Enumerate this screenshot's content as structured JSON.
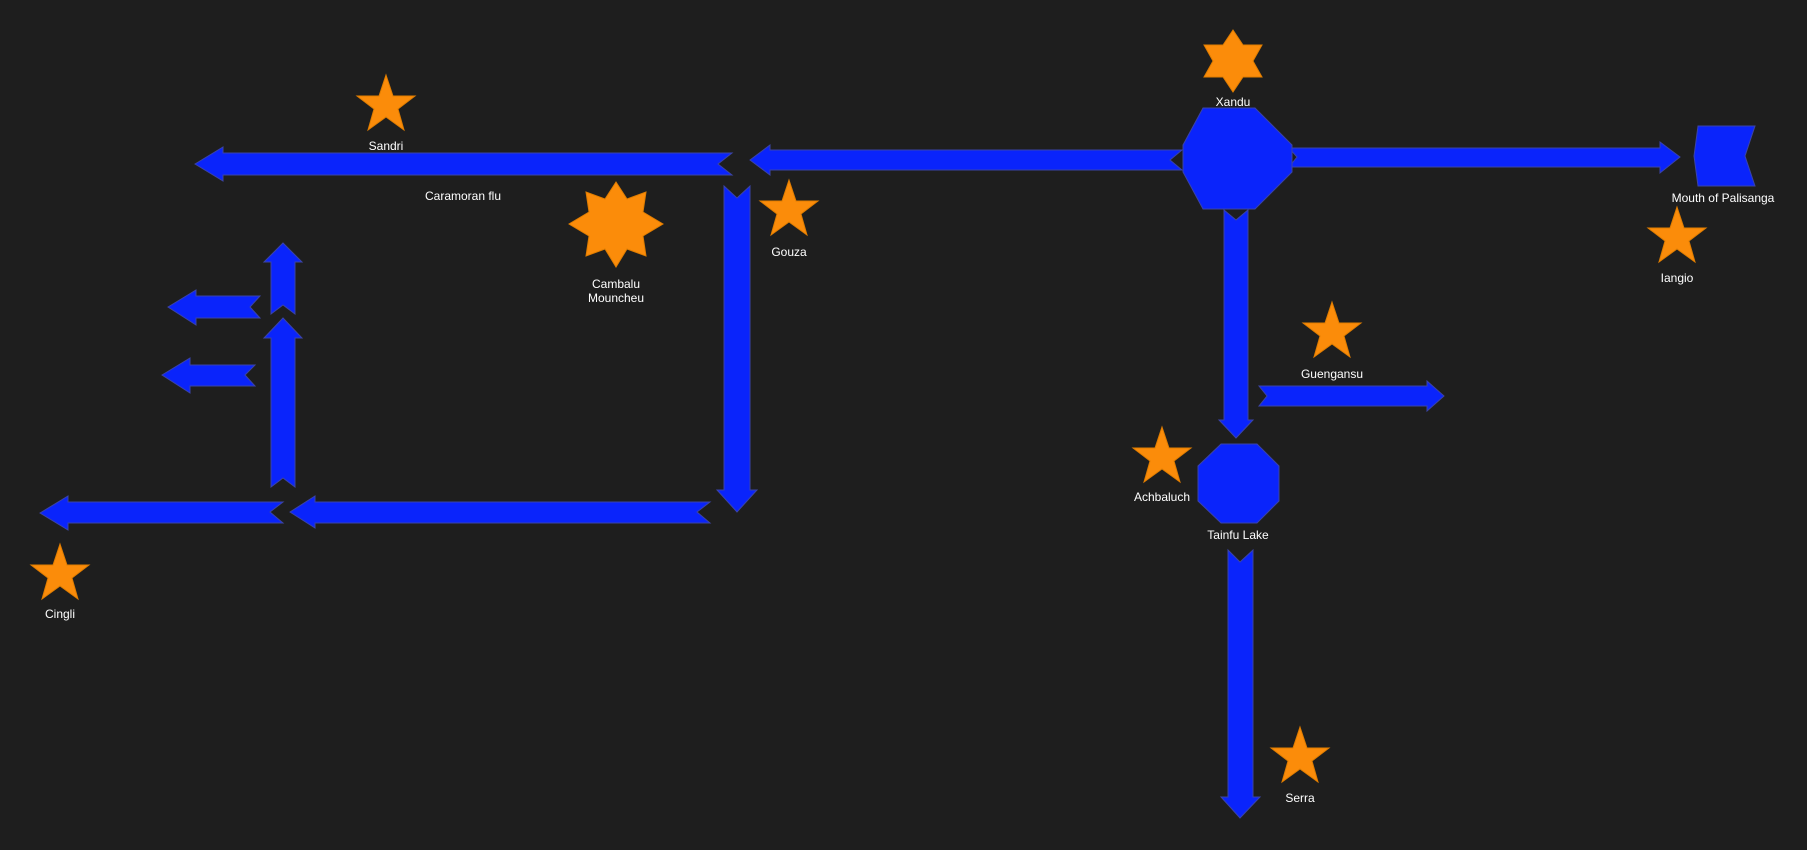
{
  "diagram": {
    "colors": {
      "background": "#1e1e1e",
      "river": "#0a24fb",
      "river_stroke": "#3b44a8",
      "place": "#fb8c0a",
      "label": "#ffffff"
    },
    "labels": {
      "sandri": "Sandri",
      "caramoran": "Caramoran flu",
      "cambalu_line1": "Cambalu",
      "cambalu_line2": "Mouncheu",
      "gouza": "Gouza",
      "xandu": "Xandu",
      "mouth_palisanga": "Mouth of Palisanga",
      "iangio": "Iangio",
      "guengansu": "Guengansu",
      "achbaluch": "Achbaluch",
      "tainfu": "Tainfu Lake",
      "serra": "Serra",
      "cingli": "Cingli"
    },
    "icons": {
      "city": "star-icon",
      "capital": "sun-star-icon",
      "junction": "octagon-icon",
      "river_mouth": "flag-icon"
    }
  }
}
